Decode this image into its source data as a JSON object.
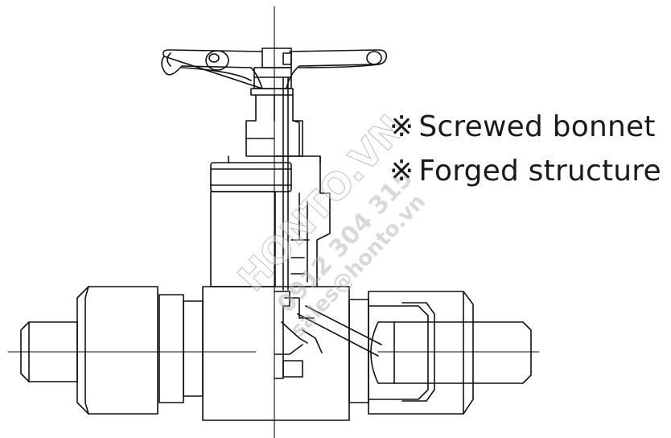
{
  "features": [
    {
      "mark": "※",
      "text": "Screwed bonnet"
    },
    {
      "mark": "※",
      "text": "Forged structure"
    }
  ],
  "watermark": {
    "brand": "HONTO.VN",
    "phone": "0912 304 315",
    "email": "sales@honto.vn"
  },
  "colors": {
    "line": "#111111",
    "watermark": "#b4b4b4"
  }
}
